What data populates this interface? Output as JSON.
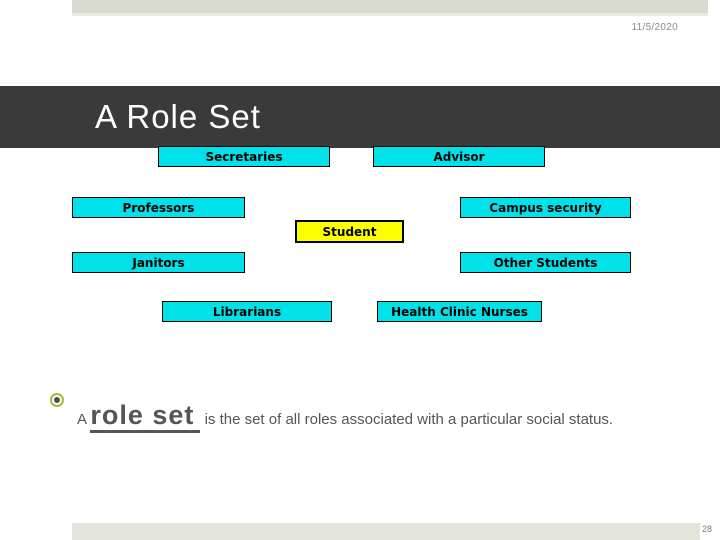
{
  "meta": {
    "date": "11/5/2020",
    "slide_number": "28"
  },
  "title": "A Role Set",
  "diagram": {
    "boxes": [
      {
        "label": "Secretaries",
        "fill": "#00e1ea",
        "highlight": false
      },
      {
        "label": "Advisor",
        "fill": "#00e1ea",
        "highlight": false
      },
      {
        "label": "Professors",
        "fill": "#00e1ea",
        "highlight": false
      },
      {
        "label": "Campus security",
        "fill": "#00e1ea",
        "highlight": false
      },
      {
        "label": "Student",
        "fill": "#fcff00",
        "highlight": true
      },
      {
        "label": "Janitors",
        "fill": "#00e1ea",
        "highlight": false
      },
      {
        "label": "Other Students",
        "fill": "#00e1ea",
        "highlight": false
      },
      {
        "label": "Librarians",
        "fill": "#00e1ea",
        "highlight": false
      },
      {
        "label": "Health Clinic Nurses",
        "fill": "#00e1ea",
        "highlight": false
      }
    ]
  },
  "body": {
    "prefix": "A ",
    "term": "role set",
    "rest": " is the set of all roles associated with a particular social status."
  },
  "colors": {
    "title_band": "#3a3a3a",
    "title_text": "#ffffff",
    "accent_bar_top": "#d9dbd0",
    "accent_bar_bottom": "#e3e4db",
    "box_fill_cyan": "#00e1ea",
    "box_fill_highlight": "#fcff00",
    "box_border": "#000000",
    "bullet_ring": "#aab63d",
    "bullet_dot": "#4f4f4f",
    "body_text": "#555555",
    "date_text": "#8a8a8a"
  }
}
